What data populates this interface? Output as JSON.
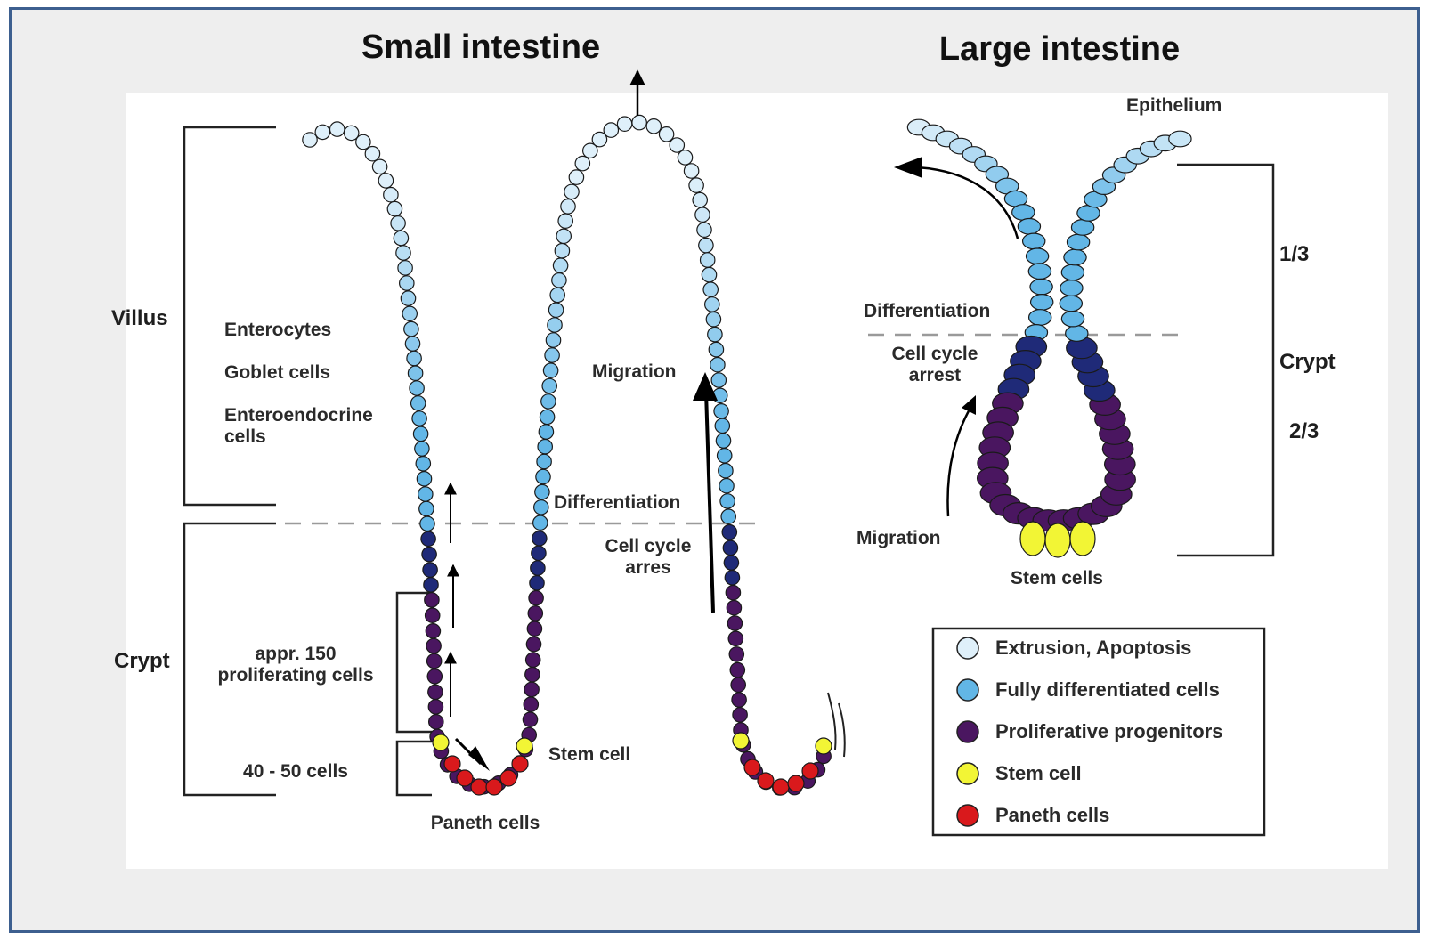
{
  "titles": {
    "small": "Small intestine",
    "large": "Large intestine"
  },
  "small_intestine": {
    "villus_label": "Villus",
    "crypt_label": "Crypt",
    "cell_types": [
      "Enterocytes",
      "Goblet cells",
      "Enteroendocrine",
      "cells"
    ],
    "proliferating": [
      "appr. 150",
      "proliferating cells"
    ],
    "stem_count": "40 - 50 cells",
    "migration": "Migration",
    "differentiation": "Differentiation",
    "cell_cycle": [
      "Cell cycle",
      "arres"
    ],
    "stem_cell": "Stem cell",
    "paneth": "Paneth cells"
  },
  "large_intestine": {
    "epithelium": "Epithelium",
    "differentiation": "Differentiation",
    "cell_cycle": [
      "Cell cycle",
      "arrest"
    ],
    "migration": "Migration",
    "stem_cells": "Stem cells",
    "fraction_top": "1/3",
    "crypt_label": "Crypt",
    "fraction_bottom": "2/3"
  },
  "legend": [
    {
      "label": "Extrusion, Apoptosis",
      "color": "#dff0fa"
    },
    {
      "label": "Fully differentiated cells",
      "color": "#62b6e6"
    },
    {
      "label": "Proliferative progenitors",
      "color": "#4a1660"
    },
    {
      "label": "Stem cell",
      "color": "#f2f535"
    },
    {
      "label": "Paneth cells",
      "color": "#d9191c"
    }
  ],
  "colors": {
    "pale": "#dff0fa",
    "blue": "#62b6e6",
    "navy": "#1f2a78",
    "purple": "#4a1660",
    "yellow": "#f2f535",
    "red": "#d9191c"
  }
}
